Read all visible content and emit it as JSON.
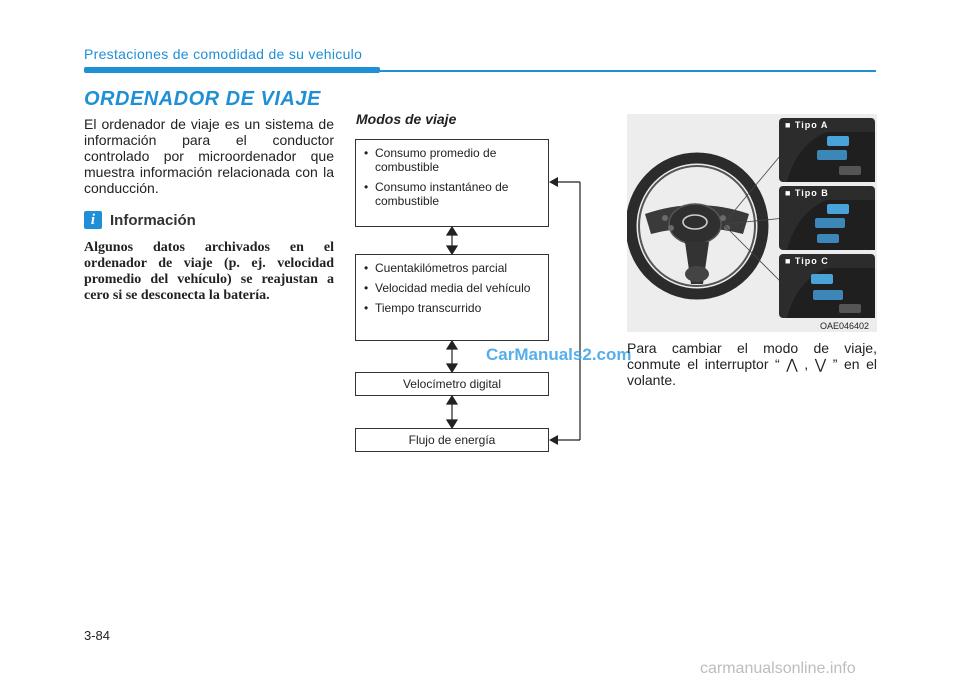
{
  "section_header": "Prestaciones de comodidad de su vehiculo",
  "page_title": "ORDENADOR DE VIAJE",
  "intro_text": "El ordenador de viaje es un sistema de información para el conductor controlado por microordenador que muestra información relacionada con la conducción.",
  "info": {
    "icon_glyph": "i",
    "title": "Información",
    "body": "Algunos datos archivados en el ordenador de viaje (p. ej. velocidad promedio del vehículo) se reajustan a cero si se desconecta la batería."
  },
  "modes": {
    "title": "Modos de viaje",
    "box1": [
      "Consumo promedio de combustible",
      "Consumo instantáneo de combustible"
    ],
    "box2": [
      "Cuentakilómetros parcial",
      "Velocidad media del vehículo",
      "Tiempo transcurrido"
    ],
    "box3": "Velocímetro digital",
    "box4": "Flujo de energía"
  },
  "watermark": "CarManuals2.com",
  "photo": {
    "caption": "OAE046402",
    "insets": [
      "■ Tipo A",
      "■ Tipo B",
      "■ Tipo C"
    ]
  },
  "change_text": "Para cambiar el modo de viaje, conmute el interruptor “ ⋀ , ⋁ ” en el volante.",
  "page_number": "3-84",
  "site_watermark": "carmanualsonline.info",
  "colors": {
    "accent": "#1f8fd6",
    "watermark": "#3aa0e8"
  }
}
